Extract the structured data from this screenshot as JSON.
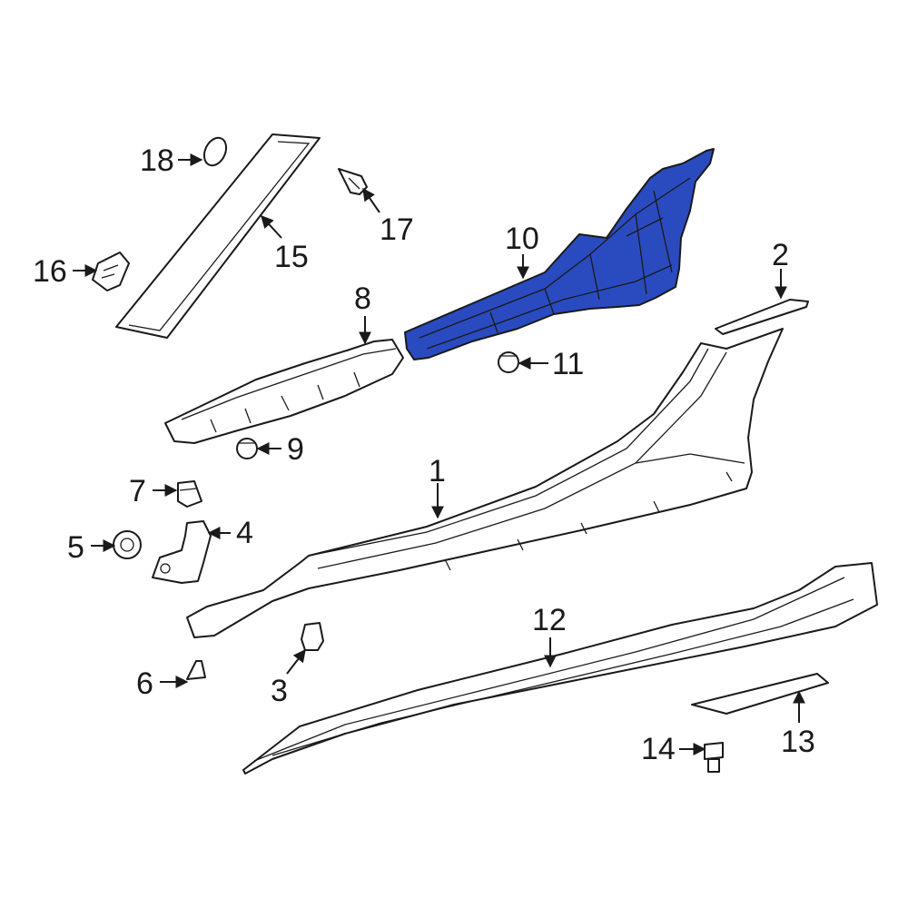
{
  "diagram": {
    "highlight_color": "#2a4bbf",
    "line_color": "#1a1a1a",
    "background": "#ffffff",
    "highlighted_part": "10",
    "callouts": {
      "c1": "1",
      "c2": "2",
      "c3": "3",
      "c4": "4",
      "c5": "5",
      "c6": "6",
      "c7": "7",
      "c8": "8",
      "c9": "9",
      "c10": "10",
      "c11": "11",
      "c12": "12",
      "c13": "13",
      "c14": "14",
      "c15": "15",
      "c16": "16",
      "c17": "17",
      "c18": "18"
    }
  }
}
